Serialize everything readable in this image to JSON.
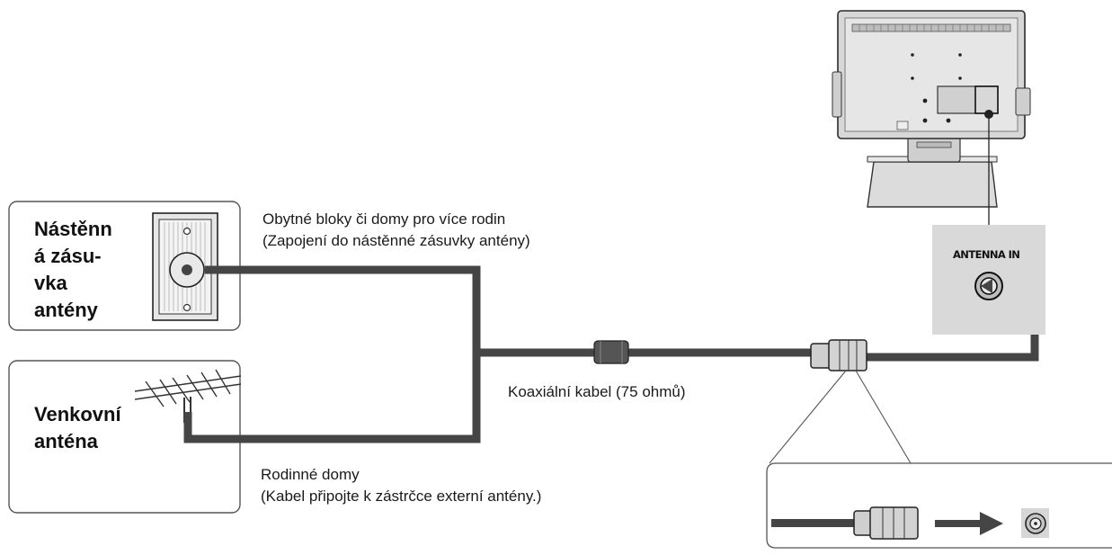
{
  "wall_socket": {
    "title_lines": [
      "Nástěnn",
      "á zásu-",
      "vka",
      "antény"
    ]
  },
  "outdoor_antenna": {
    "title_lines": [
      "Venkovní",
      "anténa"
    ]
  },
  "captions": {
    "apartment_line1": "Obytné bloky či domy pro více rodin",
    "apartment_line2": "(Zapojení do nástěnné zásuvky antény)",
    "cable": "Koaxiální kabel (75 ohmů)",
    "house_line1": "Rodinné domy",
    "house_line2": "(Kabel připojte k  zástrčce externí antény.)"
  },
  "tv_panel": {
    "antenna_label": "ANTENNA IN"
  },
  "colors": {
    "cable": "#454545",
    "panel_gray": "#d9d9d9",
    "border": "#5a5a5a"
  }
}
